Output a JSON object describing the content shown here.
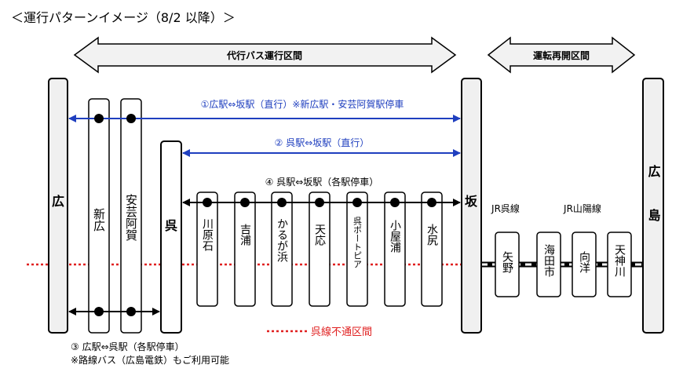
{
  "title": "＜運行パターンイメージ（8/2 以降）＞",
  "sections": {
    "bus": "代行バス運行区間",
    "reopened": "運転再開区間"
  },
  "stations": {
    "hiro": "広",
    "shinhiro": "新広",
    "akigaga": "安芸阿賀",
    "kure": "呉",
    "kawaraishi": "川原石",
    "yoshiura": "吉浦",
    "kaburagahama": "かるが浜",
    "tenno": "天応",
    "kure_portopia": "呉ポートピア",
    "koyaura": "小屋浦",
    "mizushiri": "水尻",
    "saka": "坂",
    "yano": "矢野",
    "kaitaichi": "海田市",
    "mukainada": "向洋",
    "tenjingawa": "天神川",
    "hiroshima": "広島"
  },
  "routes": {
    "route1": "①広駅⇔坂駅（直行）※新広駅・安芸阿賀駅停車",
    "route2": "② 呉駅⇔坂駅（直行）",
    "route4": "④ 呉駅⇔坂駅（各駅停車）",
    "route3_line1": "③ 広駅⇔呉駅（各駅停車）",
    "route3_line2": "※路線バス（広島電鉄）もご利用可能"
  },
  "lines": {
    "kure_line": "JR呉線",
    "sanyo_line": "JR山陽線"
  },
  "legend": {
    "closed": "呉線不通区間"
  },
  "colors": {
    "blue_route": "#1f3fbf",
    "closed_section": "#e02020",
    "station_fill": "#ffffff",
    "terminal_fill": "#f0f0f0",
    "arrow_fill": "#f2f2f2"
  }
}
